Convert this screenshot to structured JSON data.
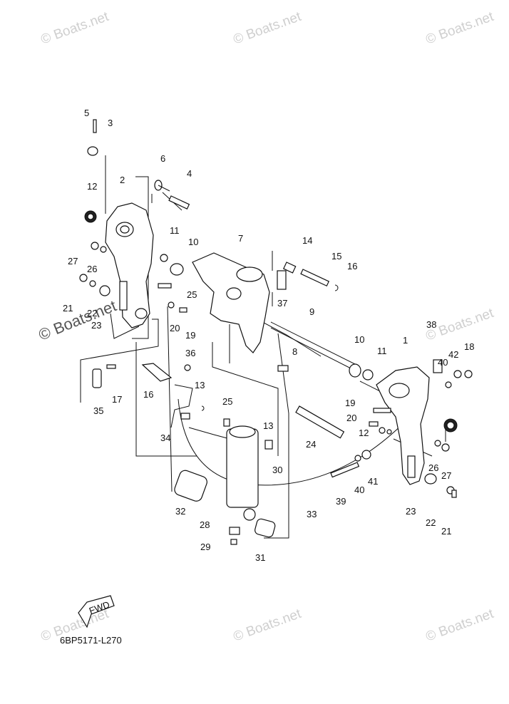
{
  "watermark_text": "© Boats.net",
  "diagram_code": "6BP5171-L270",
  "fwd_label": "FWD",
  "callouts": [
    "5",
    "3",
    "6",
    "4",
    "2",
    "12",
    "11",
    "10",
    "7",
    "14",
    "15",
    "16",
    "27",
    "26",
    "21",
    "22",
    "23",
    "25",
    "37",
    "20",
    "19",
    "9",
    "38",
    "36",
    "8",
    "10",
    "11",
    "1",
    "40",
    "42",
    "18",
    "17",
    "35",
    "16",
    "13",
    "25",
    "19",
    "20",
    "12",
    "34",
    "13",
    "24",
    "30",
    "26",
    "27",
    "41",
    "40",
    "39",
    "33",
    "32",
    "23",
    "22",
    "21",
    "28",
    "29",
    "31"
  ]
}
